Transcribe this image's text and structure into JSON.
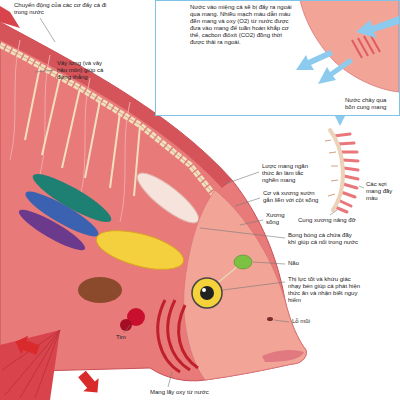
{
  "diagram": {
    "nodes": [
      {
        "text": [
          "Nước vào miệng cá sẽ bị đẩy ra ngoài qua mang. Nhiều mạch máu dẫn máu đến mang và oxy (O2) từ nước được đưa vào mang để tuần hoàn khắp cơ thể, cacbon điôxít (CO2) đồng thời được thải ra ngoài."
        ]
      }
    ],
    "labels": [
      "Chuyển động của các cơ đẩy cá đi trong nước",
      "Vây lưng (và vây hậu môn) giúp cá đứng thẳng",
      "Nước chảy qua bốn cung mang",
      "Lược mang ngăn thức ăn làm tắc nghẽn mang",
      "Cơ và xương sườn gắn liền với cột sống",
      "Xương sống",
      "Các sợi mang đầy máu",
      "Cung xương nâng đỡ",
      "Bong bóng cá chứa đầy khí giúp cá nổi trong nước",
      "Não",
      "Thị lực tốt và khứu giác nhạy bén giúp cá phát hiện thức ăn và nhận biết nguy hiểm",
      "Lỗ mũi",
      "Tim",
      "Mang lấy oxy từ nước"
    ]
  }
}
